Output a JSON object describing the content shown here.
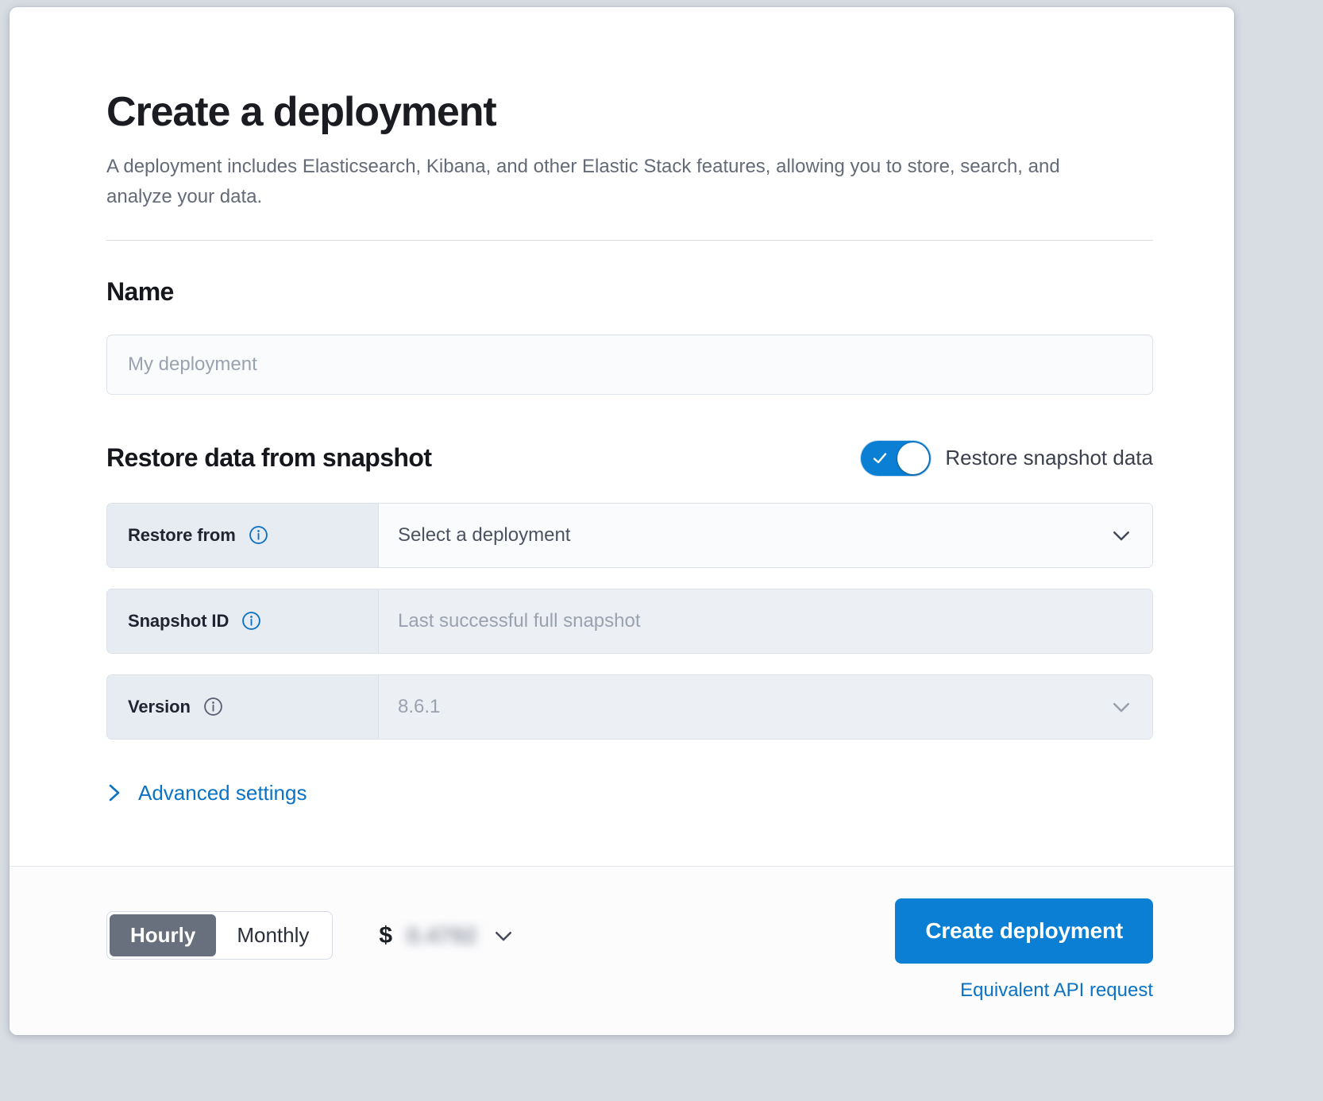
{
  "header": {
    "title": "Create a deployment",
    "description": "A deployment includes Elasticsearch, Kibana, and other Elastic Stack features, allowing you to store, search, and analyze your data."
  },
  "name_section": {
    "title": "Name",
    "input_value": "",
    "input_placeholder": "My deployment"
  },
  "restore_section": {
    "title": "Restore data from snapshot",
    "toggle": {
      "label": "Restore snapshot data",
      "checked": true,
      "on_color": "#0b7fd4",
      "icon": "check-icon"
    },
    "rows": [
      {
        "label": "Restore from",
        "info_icon": "info-circle-icon",
        "info_icon_color": "#0b72c4",
        "value": "Select a deployment",
        "control": "select",
        "caret_icon": "chevron-down-icon",
        "disabled": false
      },
      {
        "label": "Snapshot ID",
        "info_icon": "info-circle-icon",
        "info_icon_color": "#0b72c4",
        "value": "Last successful full snapshot",
        "control": "text",
        "caret_icon": "",
        "disabled": true
      },
      {
        "label": "Version",
        "info_icon": "info-circle-icon",
        "info_icon_color": "#5a6172",
        "value": "8.6.1",
        "control": "select",
        "caret_icon": "chevron-down-icon",
        "disabled": true
      }
    ]
  },
  "advanced": {
    "label": "Advanced settings",
    "icon": "chevron-right-icon"
  },
  "footer": {
    "billing_options": [
      {
        "label": "Hourly",
        "active": true
      },
      {
        "label": "Monthly",
        "active": false
      }
    ],
    "price": {
      "currency_symbol": "$",
      "amount": "0.4792",
      "redacted": true,
      "caret_icon": "chevron-down-icon"
    },
    "create_button": "Create deployment",
    "api_link": "Equivalent API request"
  },
  "colors": {
    "accent": "#0b7fd4",
    "link": "#0b72c4",
    "segment_active": "#69707d",
    "prepend_bg": "#e7ebf2",
    "disabled_field_bg": "#eceff4"
  }
}
